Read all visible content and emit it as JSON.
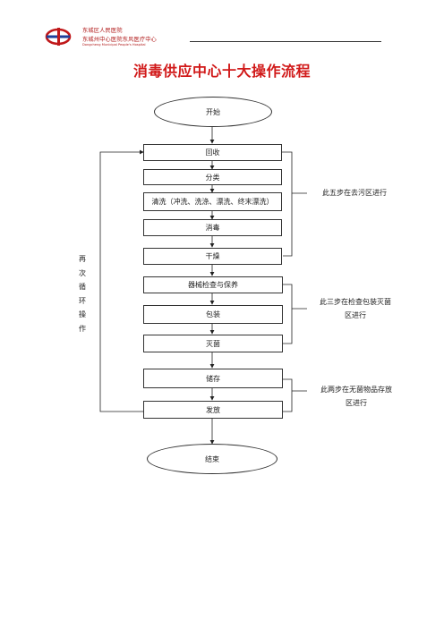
{
  "header": {
    "org_line1": "东城区人民医院",
    "org_line2": "东城州中心医院东风医疗中心",
    "org_line3": "Dongcheng Municipal People's Hospital"
  },
  "title": "消毒供应中心十大操作流程",
  "flow": {
    "start": "开始",
    "end": "结束",
    "steps": [
      "回收",
      "分类",
      "清洗（冲洗、洗涤、漂洗、终末漂洗）",
      "消毒",
      "干燥",
      "器械检查与保养",
      "包装",
      "灭菌",
      "储存",
      "发放"
    ]
  },
  "notes": {
    "group1": "此五步在去污区进行",
    "group2_line1": "此三步在检查包装灭菌",
    "group2_line2": "区进行",
    "group3_line1": "此两步在无菌物品存放",
    "group3_line2": "区进行"
  },
  "loop_label": [
    "再",
    "次",
    "循",
    "环",
    "操",
    "作"
  ]
}
